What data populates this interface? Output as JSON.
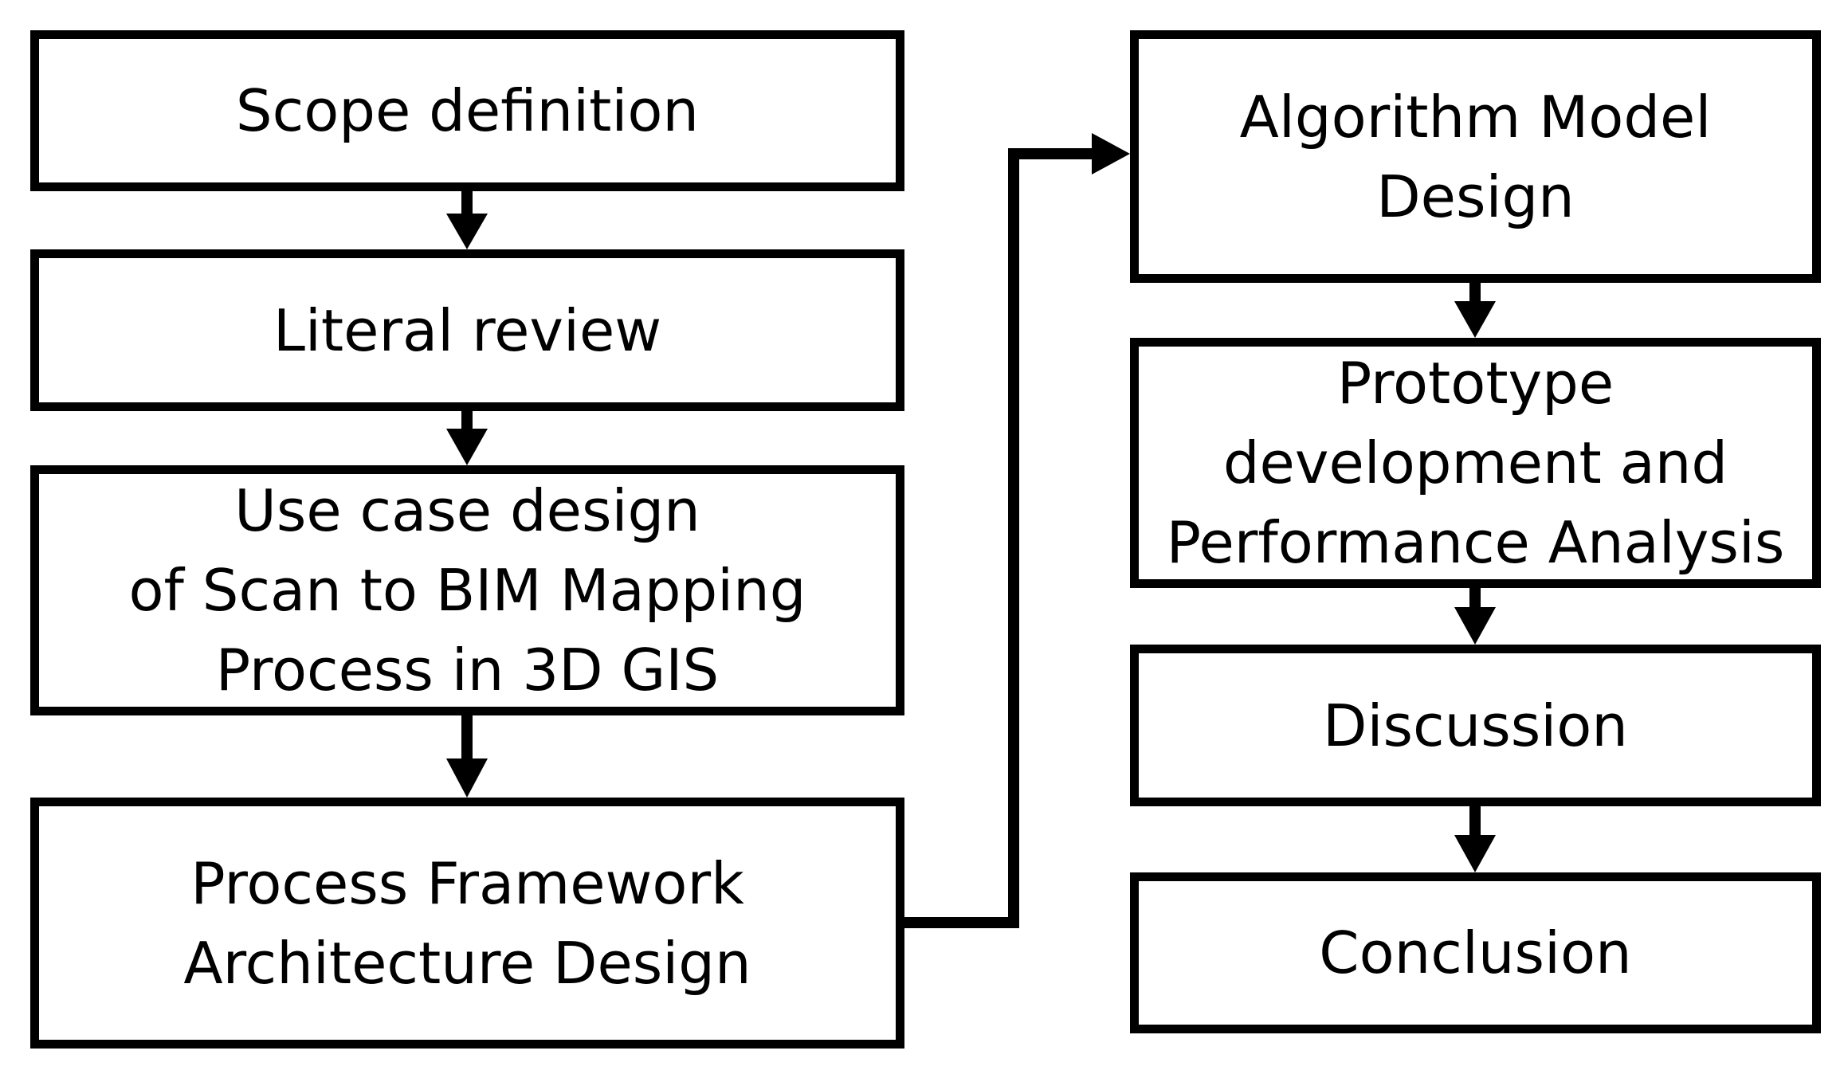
{
  "diagram": {
    "left_column": [
      {
        "id": "scope",
        "label": "Scope definition"
      },
      {
        "id": "review",
        "label": "Literal review"
      },
      {
        "id": "usecase",
        "label": "Use case design\nof Scan to BIM Mapping\nProcess in 3D GIS"
      },
      {
        "id": "framework",
        "label": "Process Framework\nArchitecture Design"
      }
    ],
    "right_column": [
      {
        "id": "algorithm",
        "label": "Algorithm Model\nDesign"
      },
      {
        "id": "prototype",
        "label": "Prototype\ndevelopment and\nPerformance Analysis"
      },
      {
        "id": "discussion",
        "label": "Discussion"
      },
      {
        "id": "conclusion",
        "label": "Conclusion"
      }
    ],
    "colors": {
      "stroke": "#000000",
      "background": "#ffffff"
    }
  }
}
